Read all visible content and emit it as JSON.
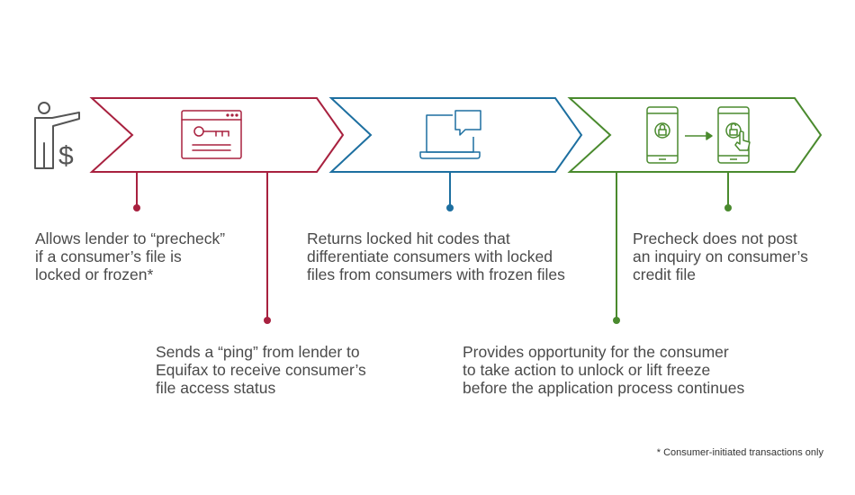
{
  "colors": {
    "red": "#a8213f",
    "blue": "#1d6fa0",
    "green": "#4a8a2e",
    "icon_gray": "#555555",
    "text": "#4a4a4a"
  },
  "icons": {
    "lender": "person-pointing-with-dollar-icon",
    "step1": "browser-window-with-key-icon",
    "step2": "laptop-with-chat-bubble-icon",
    "step3": "phone-lock-to-phone-unlock-icon"
  },
  "steps": [
    {
      "color_key": "red",
      "top_label": "Allows lender to “precheck”\nif a consumer’s file is\nlocked or frozen*",
      "bottom_label": "Sends a “ping” from lender to\nEquifax to receive consumer’s\nfile access status"
    },
    {
      "color_key": "blue",
      "top_label": "Returns locked hit codes that\ndifferentiate consumers with locked\nfiles from consumers with frozen files"
    },
    {
      "color_key": "green",
      "top_label": "Precheck does not post\nan inquiry on consumer’s\ncredit file",
      "bottom_label": "Provides opportunity for the consumer\nto take action to unlock or lift freeze\nbefore the application process continues"
    }
  ],
  "footnote": "* Consumer-initiated transactions only"
}
